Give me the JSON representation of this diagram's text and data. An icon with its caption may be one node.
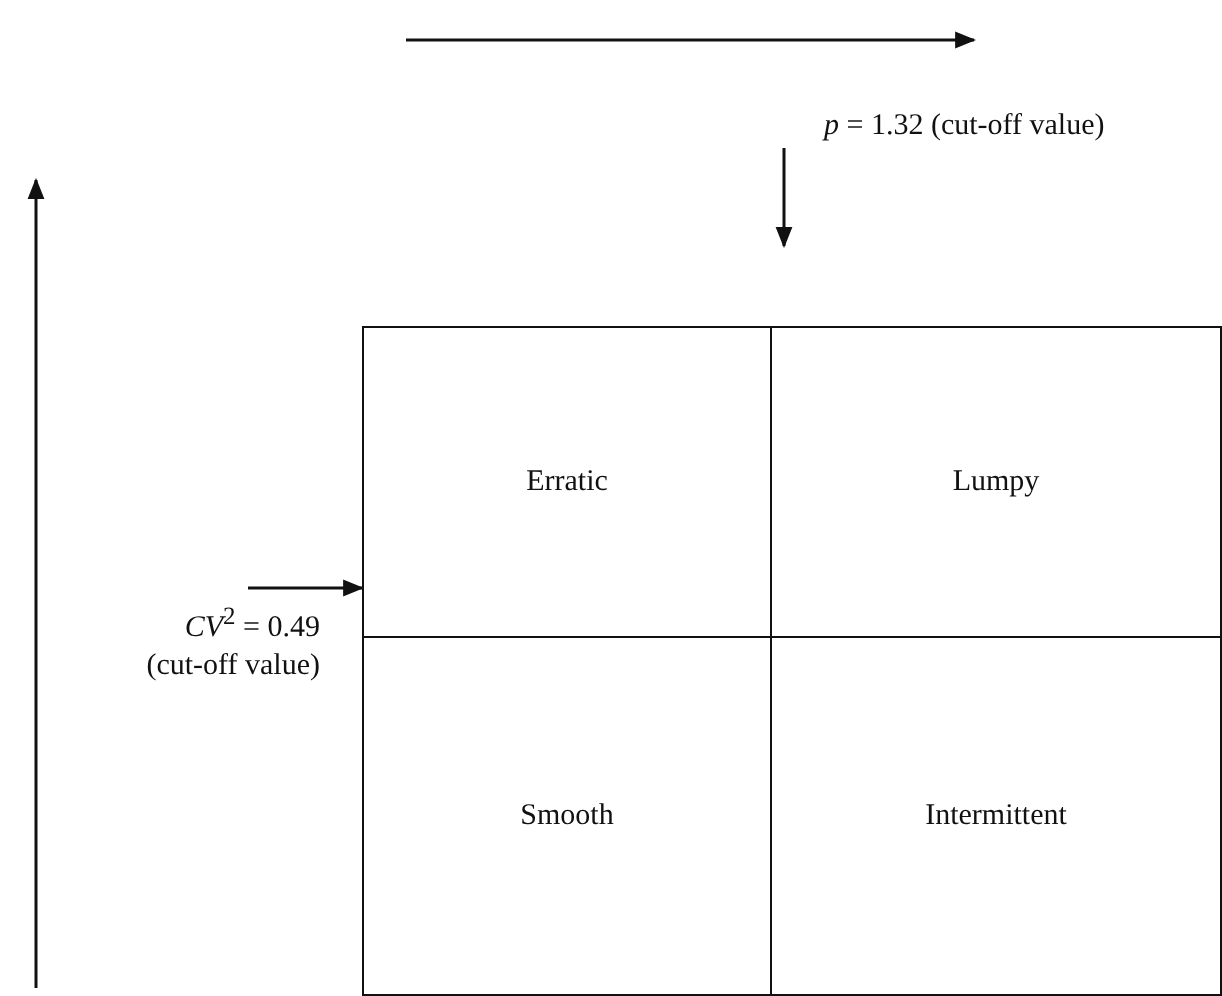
{
  "diagram": {
    "nodes": [
      {
        "text": [
          "Erratic"
        ]
      },
      {
        "text": [
          "Lumpy"
        ]
      },
      {
        "text": [
          "Smooth"
        ]
      },
      {
        "text": [
          "Intermittent"
        ]
      },
      {
        "text": [
          "*p* = 1.32 (cut-off value)"
        ]
      },
      {
        "text": [
          "*CV*$^{2}$ = 0.49 (cut-off value)"
        ]
      }
    ],
    "edges": [
      {
        "from": 4,
        "to": null,
        "arrow": "to"
      },
      {
        "from": 5,
        "to": 0,
        "arrow": "to"
      }
    ]
  }
}
